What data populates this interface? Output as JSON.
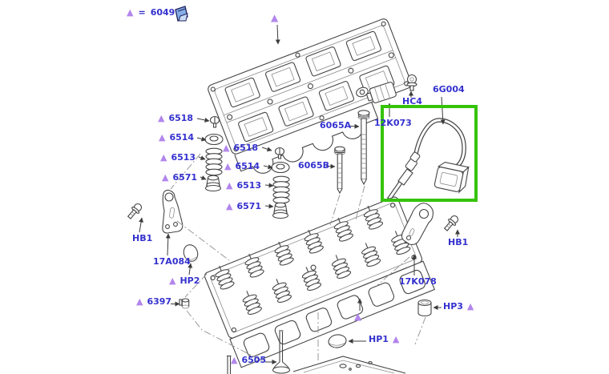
{
  "symbols": {
    "triangle": "▲",
    "equals": "="
  },
  "colors": {
    "label": "#3431cf",
    "triangle": "#b286ec",
    "highlight": "#35c30a",
    "line_art": "#454545"
  },
  "legend": {
    "part_number": "6049"
  },
  "highlighted_part": "6G004",
  "parts": {
    "p6518_left": "6518",
    "p6514_left": "6514",
    "p6513_left": "6513",
    "p6571_left": "6571",
    "p6518_right": "6518",
    "p6514_right": "6514",
    "p6513_right": "6513",
    "p6571_right": "6571",
    "p6065a": "6065A",
    "p6065b": "6065B",
    "phc4": "HC4",
    "p6g004": "6G004",
    "p12k073": "12K073",
    "phb1_left": "HB1",
    "p17a084": "17A084",
    "php2": "HP2",
    "p6397": "6397",
    "phb1_right": "HB1",
    "p17k078": "17K078",
    "php3": "HP3",
    "php1": "HP1",
    "p6505": "6505"
  }
}
